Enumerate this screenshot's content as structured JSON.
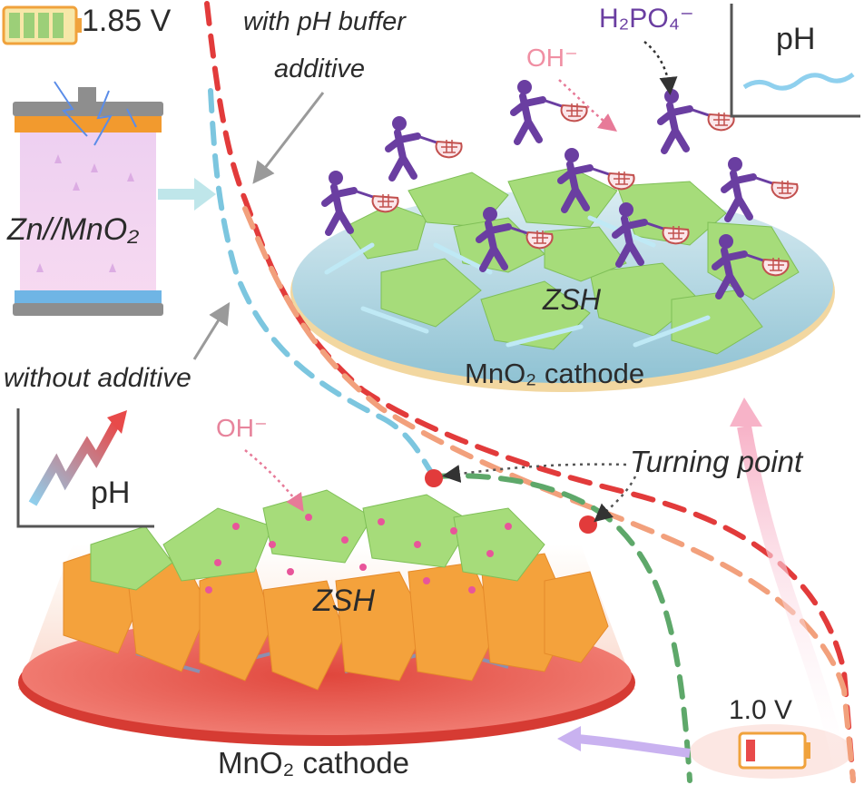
{
  "labels": {
    "voltage_high": "1.85 V",
    "voltage_low": "1.0 V",
    "with_buffer_line1": "with pH buffer",
    "with_buffer_line2": "additive",
    "without_additive": "without additive",
    "cell": "Zn//MnO₂",
    "ph_top": "pH",
    "ph_left": "pH",
    "oh_top": "OH⁻",
    "oh_left": "OH⁻",
    "h2po4": "H₂PO₄⁻",
    "zsh_top": "ZSH",
    "zsh_bottom": "ZSH",
    "cathode_top": "MnO₂ cathode",
    "cathode_bottom": "MnO₂ cathode",
    "turning_point": "Turning point"
  },
  "colors": {
    "curve_red": "#e23b3b",
    "curve_salmon": "#f2a07c",
    "curve_blue": "#7cc6df",
    "curve_green": "#5ea86a",
    "ion_purple": "#6a3ea1",
    "oh_pink": "#f08fa3",
    "flake_green": "#a6dc7a",
    "flake_orange": "#f4a23c",
    "cathode_red": "#e8544c"
  },
  "icons": {
    "battery_high": "battery-full-icon",
    "battery_low": "battery-low-icon",
    "figure": "net-catcher-figure-icon"
  }
}
